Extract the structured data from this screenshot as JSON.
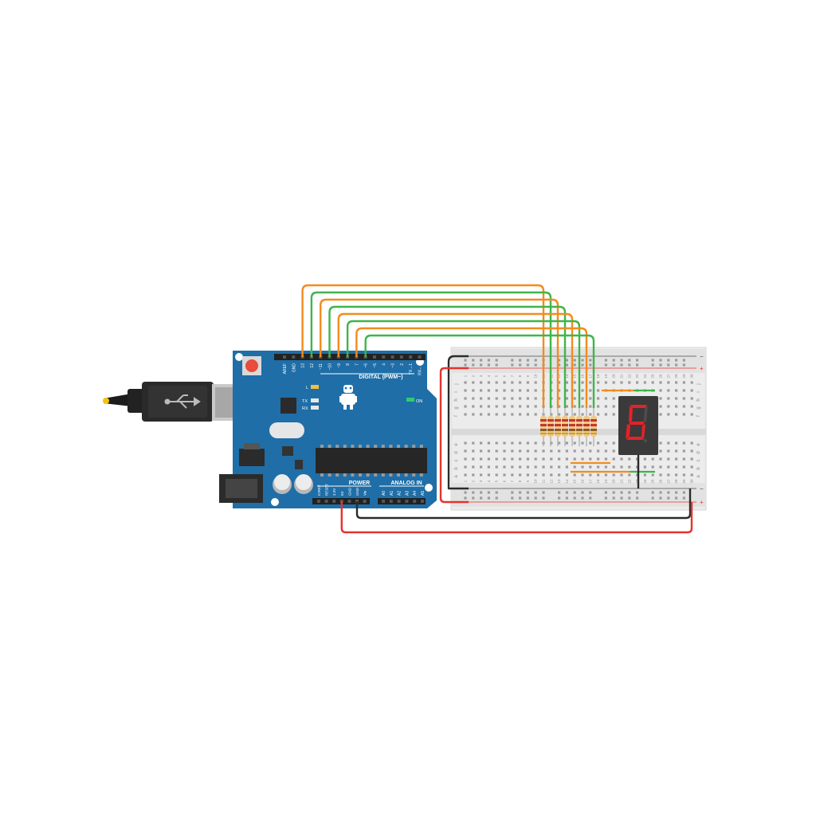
{
  "arduino": {
    "digital_label": "DIGITAL (PWM~)",
    "power_label": "POWER",
    "analog_label": "ANALOG IN",
    "on_label": "ON",
    "led_l_label": "L",
    "tx_label": "TX",
    "rx_label": "RX",
    "top_pins": [
      "AREF",
      "GND",
      "13",
      "12",
      "~11",
      "~10",
      "~9",
      "8",
      "7",
      "~6",
      "~5",
      "4",
      "~3",
      "2",
      "TX→1",
      "RX←0"
    ],
    "power_pins": [
      "IOREF",
      "RESET",
      "3.3V",
      "5V",
      "GND",
      "GND",
      "Vin"
    ],
    "analog_pins": [
      "A0",
      "A1",
      "A2",
      "A3",
      "A4",
      "A5"
    ]
  },
  "breadboard": {
    "row_letters_top": [
      "j",
      "i",
      "h",
      "g",
      "f"
    ],
    "row_letters_bottom": [
      "e",
      "d",
      "c",
      "b",
      "a"
    ],
    "column_numbers": [
      "1",
      "2",
      "3",
      "4",
      "5",
      "6",
      "7",
      "8",
      "9",
      "10",
      "11",
      "12",
      "13",
      "14",
      "15",
      "16",
      "17",
      "18",
      "19",
      "20",
      "21",
      "22",
      "23",
      "24",
      "25",
      "26",
      "27",
      "28",
      "29",
      "30"
    ],
    "rail_minus": "−",
    "rail_plus": "+"
  },
  "display": {
    "digit": "6"
  },
  "colors": {
    "board": "#1f6ea7",
    "wire_orange": "#f28c1e",
    "wire_green": "#3fb54a",
    "wire_red": "#e5322d",
    "wire_black": "#2b2b2b",
    "segment_on": "#e8202a"
  }
}
